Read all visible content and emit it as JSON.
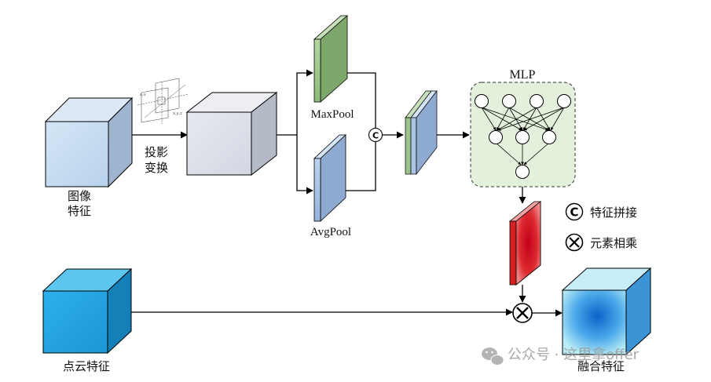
{
  "diagram": {
    "image_feature_label": [
      "图像",
      "特征"
    ],
    "projection_label": [
      "投影",
      "变换"
    ],
    "maxpool_label": "MaxPool",
    "avgpool_label": "AvgPool",
    "concat_symbol": "C",
    "mlp_label": "MLP",
    "point_cloud_label": "点云特征",
    "fused_label": "融合特征",
    "projection_formula_a": "x,y,z",
    "projection_formula_b": "u,v"
  },
  "legend": {
    "concat_symbol": "C",
    "concat_label": "特征拼接",
    "multiply_label": "元素相乘"
  },
  "watermark": {
    "text": "公众号 · 这里拿offer"
  },
  "colors": {
    "image_cube": "#c5dcf0",
    "projected_cube": "#dde1ea",
    "maxpool": "#9cc48a",
    "avgpool": "#a9c4e4",
    "mlp_box": "#e3f0dc",
    "point_cube": "#1ea1dc",
    "fused_cube": "#2f8fd8",
    "attention": "#d42020"
  }
}
